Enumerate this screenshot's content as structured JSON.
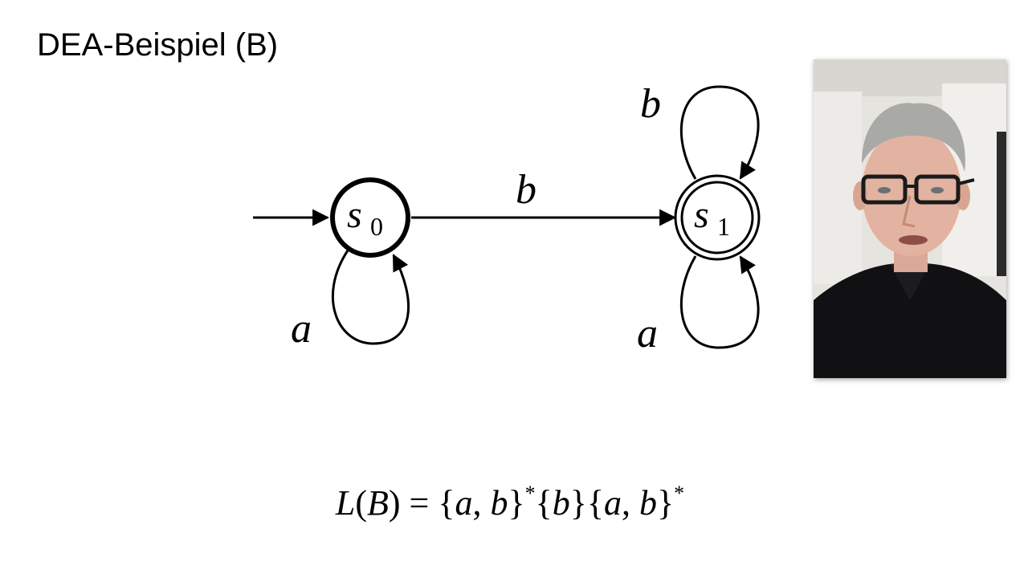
{
  "slide": {
    "title": "DEA-Beispiel (B)"
  },
  "automaton": {
    "states": [
      {
        "id": "s0",
        "base": "s",
        "sub": "0",
        "initial": true,
        "accepting": false
      },
      {
        "id": "s1",
        "base": "s",
        "sub": "1",
        "initial": false,
        "accepting": true
      }
    ],
    "transitions": [
      {
        "from": "s0",
        "to": "s0",
        "label": "a"
      },
      {
        "from": "s0",
        "to": "s1",
        "label": "b"
      },
      {
        "from": "s1",
        "to": "s1",
        "label": "b"
      },
      {
        "from": "s1",
        "to": "s1",
        "label": "a"
      }
    ]
  },
  "formula": {
    "lhs_fn": "L",
    "lhs_open": "(",
    "lhs_arg": "B",
    "lhs_close": ")",
    "eq": " = ",
    "set1_open": "{",
    "set1_a": "a",
    "set1_sep": ", ",
    "set1_b": "b",
    "set1_close": "}",
    "star1": "*",
    "set2_open": "{",
    "set2_b": "b",
    "set2_close": "}",
    "set3_open": "{",
    "set3_a": "a",
    "set3_sep": ", ",
    "set3_b": "b",
    "set3_close": "}",
    "star3": "*"
  },
  "colors": {
    "stroke": "#000000",
    "background": "#ffffff"
  }
}
